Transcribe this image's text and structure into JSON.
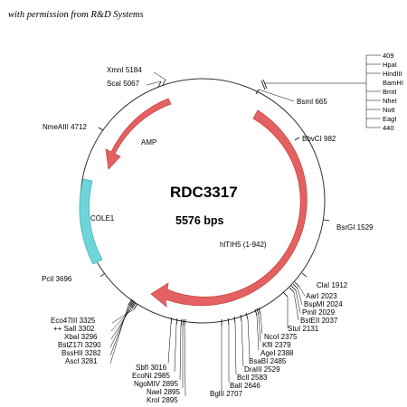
{
  "permission_text": "with permission from R&D Systems",
  "plasmid": {
    "name": "RDC3317",
    "size": "5576 bps",
    "colors": {
      "arrow": "#e46161",
      "arrow_stroke": "#c94646",
      "cole1": "#6fd5d8",
      "cole1_stroke": "#3fb7bb",
      "circle": "#333333"
    }
  },
  "features": [
    {
      "id": "amp",
      "label": "AMP"
    },
    {
      "id": "cole1",
      "label": "COLE1"
    },
    {
      "id": "hlTIH5",
      "label": "hlTIH5 (1-942)"
    }
  ],
  "mcs_sites": [
    "409",
    "HpaI",
    "HindIII",
    "BamHI",
    "BmtI",
    "NheI",
    "NotI",
    "EagI",
    "440"
  ],
  "sites": [
    {
      "label": "XmnI 5184"
    },
    {
      "label": "ScaI 5067"
    },
    {
      "label": "NmeAIII 4712"
    },
    {
      "label": "BsmI 665"
    },
    {
      "label": "BbvCI 982"
    },
    {
      "label": "BsrGI 1529"
    },
    {
      "label": "PciI 3696"
    },
    {
      "label": "ClaI 1912"
    },
    {
      "label": "AarI 2023"
    },
    {
      "label": "BspMI 2024"
    },
    {
      "label": "PmlI 2029"
    },
    {
      "label": "BstEII 2037"
    },
    {
      "label": "StuI 2131"
    },
    {
      "label": "NcoI 2375"
    },
    {
      "label": "KflI 2379"
    },
    {
      "label": "AgeI 2388"
    },
    {
      "label": "BsaBI 2485"
    },
    {
      "label": "DraIII 2529"
    },
    {
      "label": "BclI 2583"
    },
    {
      "label": "BalI 2646"
    },
    {
      "label": "BglII 2707"
    },
    {
      "label": "Eco47III 3325"
    },
    {
      "label": "++  SalI 3302"
    },
    {
      "label": "XbaI 3296"
    },
    {
      "label": "BstZ17I 3290"
    },
    {
      "label": "BssHII 3282"
    },
    {
      "label": "AscI 3281"
    },
    {
      "label": "SbfI 3016"
    },
    {
      "label": "EcoNI 2985"
    },
    {
      "label": "NgoMIV 2895"
    },
    {
      "label": "NaeI 2895"
    },
    {
      "label": "KroI 2895"
    }
  ]
}
